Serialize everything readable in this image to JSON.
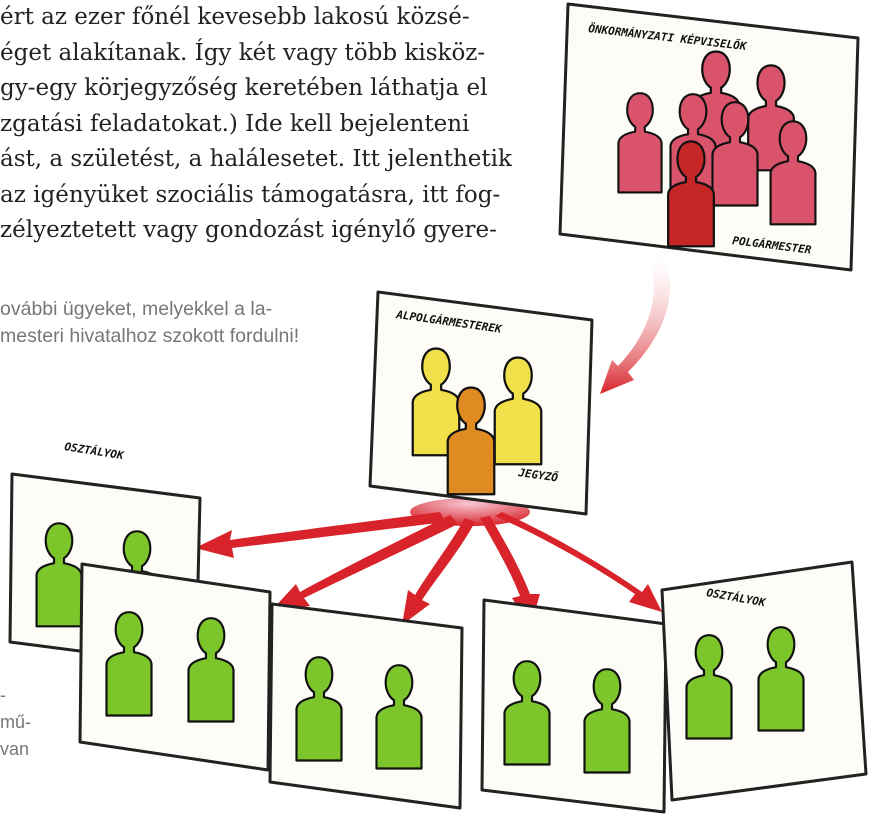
{
  "body_text": {
    "lines": [
      "ért az ezer főnél kevesebb lakosú közsé-",
      "éget alakítanak. Így két vagy több kisköz-",
      "gy-egy körjegyzőség keretében láthatja el",
      "zgatási feladatokat.) Ide kell bejelenteni",
      "ást, a születést, a halálesetet. Itt jelenthetik",
      " az igényüket szociális támogatásra, itt fog-",
      "zélyeztetett vagy gondozást igénylő gyere-"
    ]
  },
  "side_note": {
    "lines": [
      "ovábbi ügyeket, melyekkel a la-",
      "mesteri hivatalhoz szokott fordulni!"
    ]
  },
  "bottom_note": {
    "lines": [
      "-",
      "mű-",
      "van"
    ]
  },
  "diagram": {
    "council_label": "ÖNKORMÁNYZATI KÉPVISELŐK",
    "mayor_label": "POLGÁRMESTER",
    "deputies_label": "ALPOLGÁRMESTEREK",
    "notary_label": "JEGYZŐ",
    "departments_label_left": "OSZTÁLYOK",
    "departments_label_right": "OSZTÁLYOK",
    "colors": {
      "council": "#d9546b",
      "mayor": "#c62626",
      "deputies": "#f2e04a",
      "notary": "#e08a22",
      "departments": "#7cc52a",
      "arrow": "#d8232a"
    }
  }
}
